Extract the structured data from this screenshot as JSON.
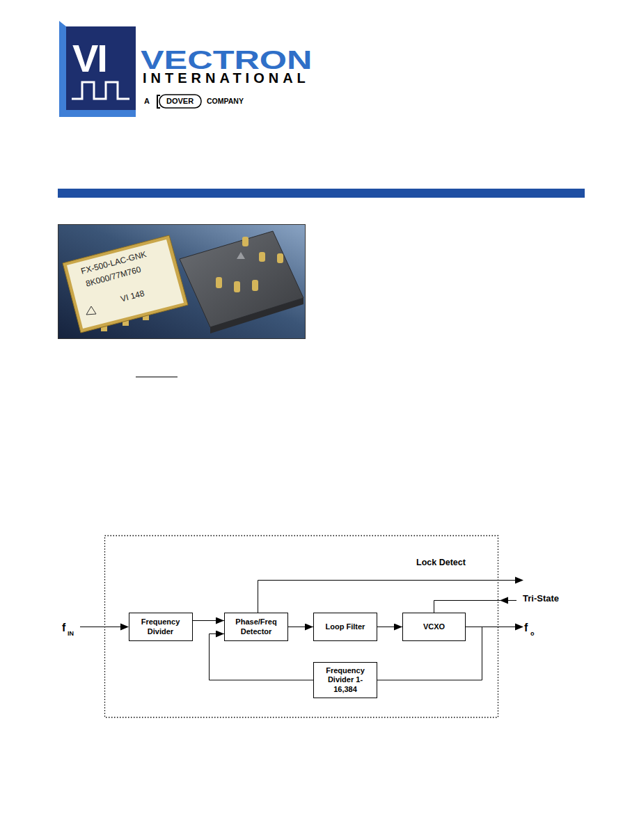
{
  "diagram": {
    "nodes": [
      {
        "text": [
          "Frequency Divider"
        ]
      },
      {
        "text": [
          "Phase/Freq Detector"
        ]
      },
      {
        "text": [
          "Loop Filter"
        ]
      },
      {
        "text": [
          "VCXO"
        ]
      },
      {
        "text": [
          "Frequency Divider 1-16,384"
        ]
      }
    ],
    "edges": [
      {
        "from": 0,
        "to": 1,
        "arrow": "to"
      },
      {
        "from": 1,
        "to": 2,
        "arrow": "to"
      },
      {
        "from": 2,
        "to": 3,
        "arrow": "to"
      },
      {
        "from": 3,
        "to": 4,
        "arrow": "none"
      },
      {
        "from": 4,
        "to": 1,
        "arrow": "to"
      }
    ],
    "labels": [
      "VI",
      "VECTRON",
      "INTERNATIONAL",
      "A",
      "DOVER",
      "COMPANY",
      "FX-500-LAC-GNK",
      "8K000/77M760",
      "VI 148",
      "Lock Detect",
      "Tri-State",
      "f",
      "IN",
      "f",
      "o"
    ]
  }
}
